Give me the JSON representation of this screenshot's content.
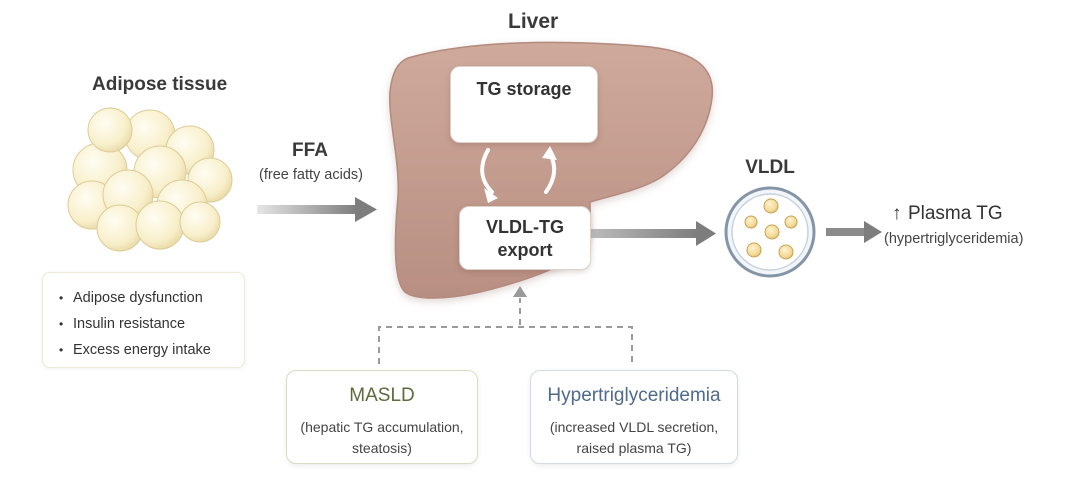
{
  "adipose": {
    "title": "Adipose tissue",
    "factors": [
      "Adipose dysfunction",
      "Insulin resistance",
      "Excess energy intake"
    ]
  },
  "ffa": {
    "label": "FFA",
    "sublabel": "(free fatty acids)"
  },
  "liver": {
    "title": "Liver",
    "storage_label": "TG storage",
    "export_line1": "VLDL-TG",
    "export_line2": "export"
  },
  "vldl": {
    "label": "VLDL"
  },
  "plasma": {
    "arrow": "↑",
    "label": "Plasma TG",
    "sublabel": "(hypertriglyceridemia)"
  },
  "outcomes": {
    "masld": {
      "title": "MASLD",
      "desc_line1": "(hepatic TG accumulation,",
      "desc_line2": "steatosis)"
    },
    "htg": {
      "title": "Hypertriglyceridemia",
      "desc_line1": "(increased VLDL secretion,",
      "desc_line2": "raised plasma TG)"
    }
  },
  "colors": {
    "liver_fill": "#c69f92",
    "liver_edge": "#a98176",
    "fat_cell": "#fbf3d4",
    "arrow_gray": "#8a8a8a",
    "masld_title": "#5d6a3b",
    "htg_title": "#4f6a8a"
  }
}
